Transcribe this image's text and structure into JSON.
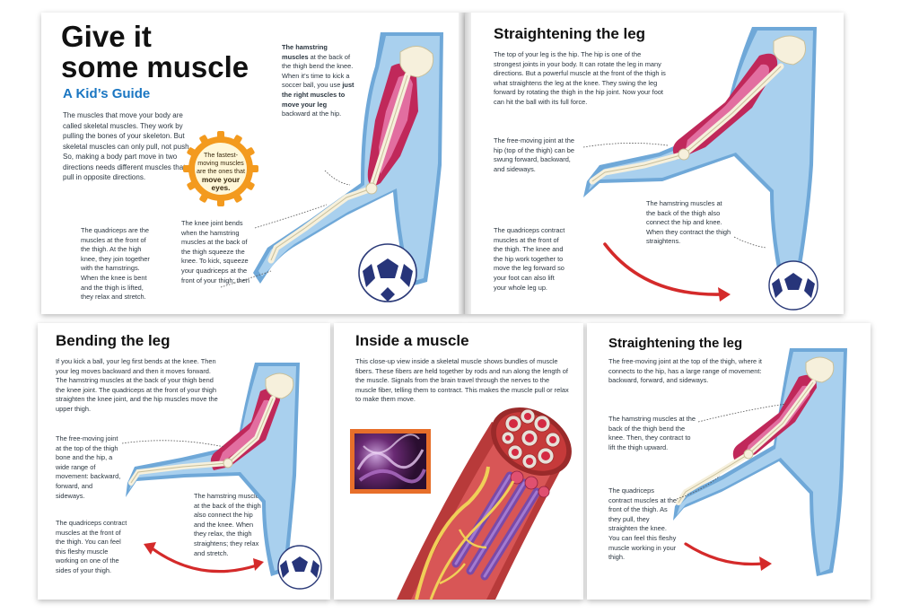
{
  "page1": {
    "title_line1": "Give it",
    "title_line2": "some muscle",
    "subtitle": "A Kid’s Guide",
    "intro": "The muscles that move your body are called skeletal muscles. They work by pulling the bones of your skeleton. But skeletal muscles can only pull, not push. So, making a body part move in two directions needs different muscles that pull in opposite directions.",
    "gear_text_pre": "The fastest-moving muscles are the ones that ",
    "gear_text_bold": "move your eyes.",
    "hamstring_b1": "The hamstring muscles",
    "hamstring_t1": " at the back of the thigh bend the knee. When it’s time to kick a soccer ball, you use ",
    "hamstring_b2": "just the right muscles to move your leg",
    "hamstring_t2": " backward at the hip.",
    "quadriceps": "The quadriceps are the muscles at the front of the thigh. At the high knee, they join together with the hamstrings. When the knee is bent and the thigh is lifted, they relax and stretch.",
    "knee": "The knee joint bends when the hamstring muscles at the back of the thigh squeeze the knee. To kick, squeeze your quadriceps at the front of your thigh; then"
  },
  "page2": {
    "title": "Straightening the leg",
    "intro": "The top of your leg is the hip. The hip is one of the strongest joints in your body. It can rotate the leg in many directions. But a powerful muscle at the front of the thigh is what straightens the leg at the knee. They swing the leg forward by rotating the thigh in the hip joint. Now your foot can hit the ball with its full force.",
    "joint": "The free-moving joint at the hip (top of the thigh) can be swung forward, backward, and sideways.",
    "hamstring": "The hamstring muscles at the back of the thigh also connect the hip and knee. When they contract the thigh straightens.",
    "quad": "The quadriceps contract muscles at the front of the thigh. The knee and the hip work together to move the leg forward so your foot can also lift your whole leg up."
  },
  "page3": {
    "title": "Bending the leg",
    "intro": "If you kick a ball, your leg first bends at the knee. Then your leg moves backward and then it moves forward. The hamstring muscles at the back of your thigh bend the knee joint. The quadriceps at the front of your thigh straighten the knee joint, and the hip muscles move the upper thigh.",
    "joint": "The free-moving joint at the top of the thigh bone and the hip, a wide range of movement: backward, forward, and sideways.",
    "hamstring": "The hamstring muscles at the back of the thigh also connect the hip and the knee. When they relax, the thigh straightens; they relax and stretch.",
    "quad": "The quadriceps contract muscles at the front of the thigh. You can feel this fleshy muscle working on one of the sides of your thigh."
  },
  "page4": {
    "title": "Inside a muscle",
    "intro": "This close-up view inside a skeletal muscle shows bundles of muscle fibers. These fibers are held together by rods and run along the length of the muscle. Signals from the brain travel through the nerves to the muscle fiber, telling them to contract. This makes the muscle pull or relax to make them move."
  },
  "page5": {
    "title": "Straightening the leg",
    "intro": "The free-moving joint at the top of the thigh, where it connects to the hip, has a large range of movement: backward, forward, and sideways.",
    "hamstring": "The hamstring muscles at the back of the thigh bend the knee. Then, they contract to lift the thigh upward.",
    "quad": "The quadriceps contract muscles at the front of the thigh. As they pull, they straighten the knee. You can feel this fleshy muscle working in your thigh."
  },
  "colors": {
    "leg_blue": "#a9d0ee",
    "leg_blue_dark": "#6fa8d8",
    "muscle_red": "#c0285a",
    "muscle_pink": "#e26ea0",
    "bone": "#f6f0dc",
    "subtitle_blue": "#1a76c2",
    "gear_orange": "#f39a1e",
    "arrow_red": "#d42a2a"
  }
}
